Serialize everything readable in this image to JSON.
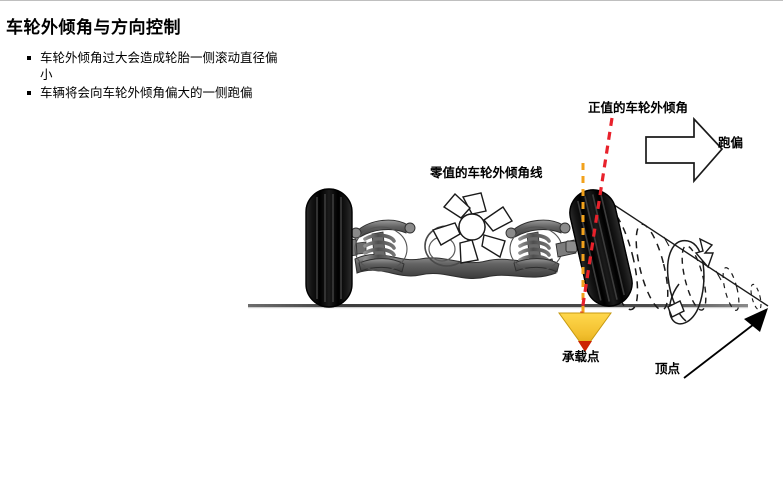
{
  "slide": {
    "title": "车轮外倾角与方向控制",
    "bullets": [
      "车轮外倾角过大会造成轮胎一侧滚动直径偏小",
      "车辆将会向车轮外倾角偏大的一侧跑偏"
    ]
  },
  "diagram": {
    "labels": {
      "positive_camber": "正值的车轮外倾角",
      "zero_camber_line": "零值的车轮外倾角线",
      "pull": "跑偏",
      "load_point": "承载点",
      "apex": "顶点"
    },
    "colors": {
      "positive_camber_line": "#e8212b",
      "zero_camber_line": "#f2a21c",
      "load_point_triangle": "#f5c433",
      "load_point_tip": "#cc2200",
      "tire": "#0d0d0d",
      "suspension": "#5a5a5a",
      "ground": "#4f4f4f",
      "outline": "#1a1a1a",
      "page_background": "#ffffff"
    },
    "elements": [
      "left-wheel-vertical",
      "right-wheel-tilted",
      "front-axle-suspension-assembly",
      "coil-spring-left",
      "coil-spring-right",
      "differential-fan",
      "ground-line",
      "zero-camber-dashed-vertical",
      "positive-camber-dashed-tilted",
      "load-point-triangle",
      "rolling-cone-dashed",
      "rotation-arrow",
      "pull-direction-arrow",
      "apex-pointer-arrow"
    ]
  }
}
